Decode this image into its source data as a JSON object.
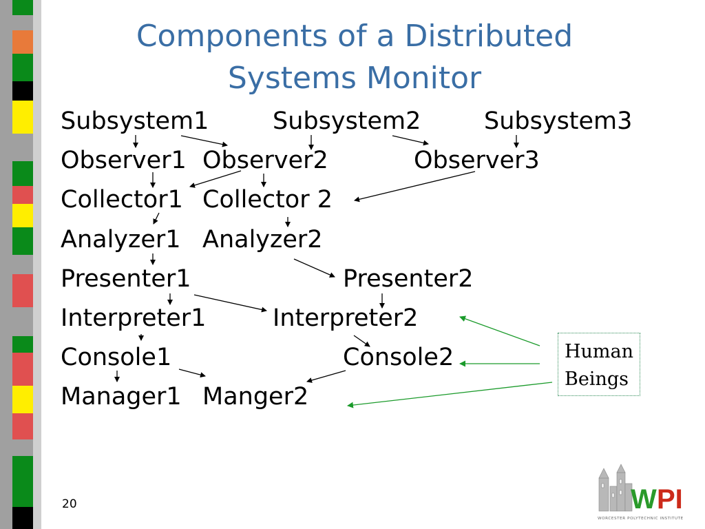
{
  "slide": {
    "title_line1": "Components of a Distributed",
    "title_line2": "Systems Monitor",
    "slide_number": "20"
  },
  "components": {
    "subsystem1": "Subsystem1",
    "subsystem2": "Subsystem2",
    "subsystem3": "Subsystem3",
    "observer1": "Observer1",
    "observer2": "Observer2",
    "observer3": "Observer3",
    "collector1": "Collector1",
    "collector2": "Collector 2",
    "analyzer1": "Analyzer1",
    "analyzer2": "Analyzer2",
    "presenter1": "Presenter1",
    "presenter2": "Presenter2",
    "interpreter1": "Interpreter1",
    "interpreter2": "Interpreter2",
    "console1": "Console1",
    "console2": "Console2",
    "manager1": "Manager1",
    "manager2": "Manger2"
  },
  "human_box": {
    "line1": "Human",
    "line2": "Beings"
  },
  "logo": {
    "text": "WPI",
    "caption": "WORCESTER POLYTECHNIC INSTITUTE"
  },
  "colors": {
    "title": "#3a6ea5",
    "human_arrows": "#1a9a2a",
    "logo_w": "#2a9a2a",
    "logo_pi": "#cc2a1a"
  }
}
